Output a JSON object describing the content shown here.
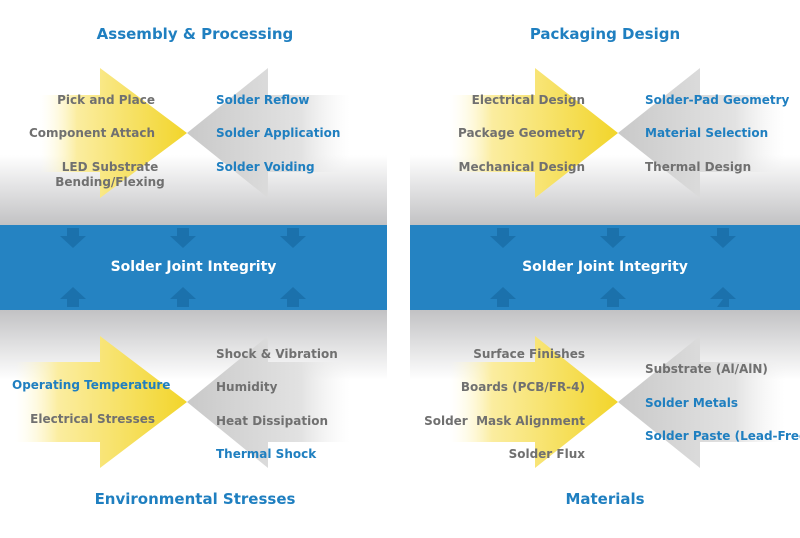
{
  "colors": {
    "title": "#1f7fc0",
    "band": "#2583c2",
    "arrow_dark": "#1a6fa8",
    "text_gray": "#707070",
    "text_blue": "#1f7fc0",
    "yellow": "#f2d52a",
    "light_gray": "#c9c9c9"
  },
  "quadrants": {
    "assembly": {
      "title": "Assembly & Processing",
      "left_items": [
        {
          "text": "Pick and Place",
          "color": "gray"
        },
        {
          "text": "Component Attach",
          "color": "gray"
        },
        {
          "text": "LED Substrate Bending/Flexing",
          "color": "gray"
        }
      ],
      "right_items": [
        {
          "text": "Solder Reflow",
          "color": "blue"
        },
        {
          "text": "Solder Application",
          "color": "blue"
        },
        {
          "text": "Solder Voiding",
          "color": "blue"
        }
      ]
    },
    "packaging": {
      "title": "Packaging Design",
      "left_items": [
        {
          "text": "Electrical Design",
          "color": "gray"
        },
        {
          "text": "Package Geometry",
          "color": "gray"
        },
        {
          "text": "Mechanical Design",
          "color": "gray"
        }
      ],
      "right_items": [
        {
          "text": "Solder-Pad Geometry",
          "color": "blue"
        },
        {
          "text": "Material Selection",
          "color": "blue"
        },
        {
          "text": "Thermal Design",
          "color": "gray"
        }
      ]
    },
    "environmental": {
      "title": "Environmental Stresses",
      "left_items": [
        {
          "text": "Operating Temperature",
          "color": "blue"
        },
        {
          "text": "Electrical Stresses",
          "color": "gray"
        }
      ],
      "right_items": [
        {
          "text": "Shock & Vibration",
          "color": "gray"
        },
        {
          "text": "Humidity",
          "color": "gray"
        },
        {
          "text": "Heat Dissipation",
          "color": "gray"
        },
        {
          "text": "Thermal Shock",
          "color": "blue"
        }
      ]
    },
    "materials": {
      "title": "Materials",
      "left_items": [
        {
          "text": "Surface Finishes",
          "color": "gray"
        },
        {
          "text": "Boards (PCB/FR-4)",
          "color": "gray"
        },
        {
          "text": "Solder  Mask Alignment",
          "color": "gray"
        },
        {
          "text": "Solder Flux",
          "color": "gray"
        }
      ],
      "right_items": [
        {
          "text": "Substrate (Al/AlN)",
          "color": "gray"
        },
        {
          "text": "Solder Metals",
          "color": "blue"
        },
        {
          "text": "Solder Paste (Lead-Free)",
          "color": "blue"
        }
      ]
    }
  },
  "band": {
    "left_label": "Solder Joint Integrity",
    "right_label": "Solder Joint Integrity"
  }
}
